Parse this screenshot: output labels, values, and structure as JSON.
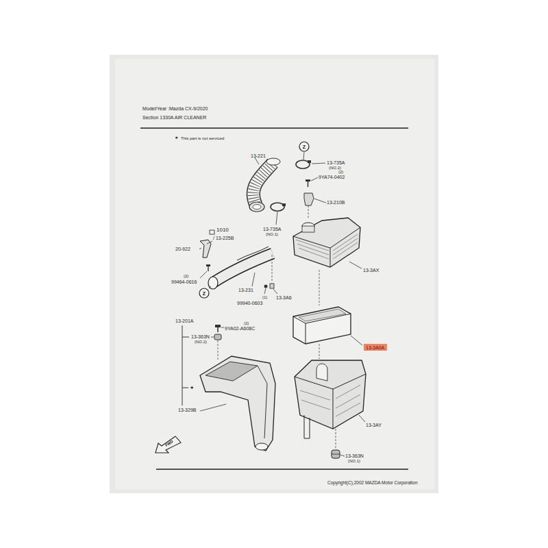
{
  "diagram": {
    "title": "Model/Year :Mazda CX-9/2020",
    "nodes": [
      {
        "text": [
          "Z"
        ]
      },
      {
        "text": [
          "Z"
        ]
      },
      {
        "text": [
          "13-3A0A"
        ]
      },
      {
        "text": [
          "FWD"
        ]
      }
    ],
    "labels": [
      "Section 1330A AIR CLEANER",
      "★",
      "This part is not serviced",
      "13-221",
      "13-735A",
      "(NO.2)",
      "(2)",
      "9YA74-0402",
      "13-210B",
      "13-735A",
      "(NO.1)",
      "1010",
      "/ 13-225B",
      "20-922",
      "(2)",
      "99464-0616",
      "13-231",
      "(1)",
      "99940-0603",
      "13-3A6",
      "13-3AX",
      "13-201A",
      "(2)",
      "9YA02-A608C",
      "13-363N",
      "(NO.2)",
      "★",
      "13-329B",
      "13-3AY",
      "13-363N",
      "(NO.1)",
      "Copyright(C),2002 MAZDA Motor Corporation"
    ]
  }
}
